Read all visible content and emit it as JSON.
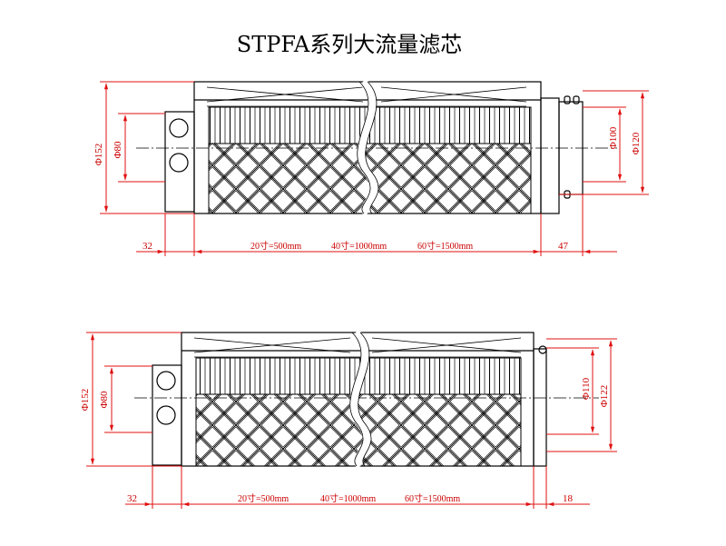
{
  "title": "STPFA系列大流量滤芯",
  "watermark": "",
  "views": [
    {
      "left_offset": "32",
      "lengths": [
        "20寸=500mm",
        "40寸=1000mm",
        "60寸=1500mm"
      ],
      "right_offset": "47",
      "diam_outer": "Φ152",
      "diam_inner_left": "Φ80",
      "diam_right_1": "Φ100",
      "diam_right_2": "Φ120"
    },
    {
      "left_offset": "32",
      "lengths": [
        "20寸=500mm",
        "40寸=1000mm",
        "60寸=1500mm"
      ],
      "right_offset": "18",
      "diam_outer": "Φ152",
      "diam_inner_left": "Φ80",
      "diam_right_1": "Φ110",
      "diam_right_2": "Φ122"
    }
  ],
  "colors": {
    "dimension": "#e01010",
    "outline": "#000000"
  }
}
